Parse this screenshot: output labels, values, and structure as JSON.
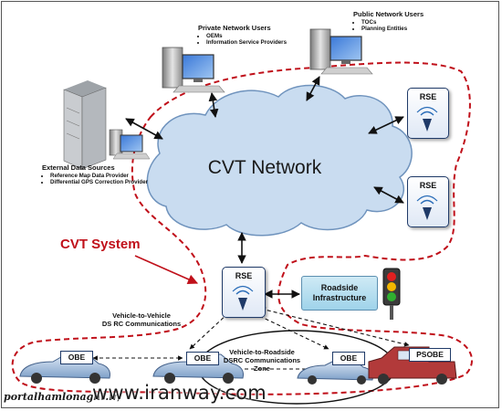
{
  "private_users": {
    "heading": "Private Network Users",
    "items": [
      "OEMs",
      "Information Service Providers"
    ]
  },
  "public_users": {
    "heading": "Public Network Users",
    "items": [
      "TOCs",
      "Planning Entities"
    ]
  },
  "external_sources": {
    "heading": "External Data Sources",
    "items": [
      "Reference Map Data Provider",
      "Differential GPS Correction Provider"
    ]
  },
  "cloud_label": "CVT Network",
  "system_label": "CVT System",
  "rse_label": "RSE",
  "infrastructure_label": "Roadside Infrastructure",
  "v2v": {
    "line1": "Vehicle-to-Vehicle",
    "line2": "DS RC Communications"
  },
  "v2r": {
    "line1": "Vehicle-to-Roadside",
    "line2": "DSRC Communications",
    "line3": "Zone"
  },
  "obe_label": "OBE",
  "psobe_label": "PSOBE",
  "watermark": {
    "left": "portalhamlonaght.ir/",
    "right": "www.iranway.com"
  },
  "colors": {
    "cloud": "#c9dcf0",
    "system_boundary": "#c0101a",
    "box_border": "#1f3a68",
    "infrastructure": "#a8d8ec"
  }
}
